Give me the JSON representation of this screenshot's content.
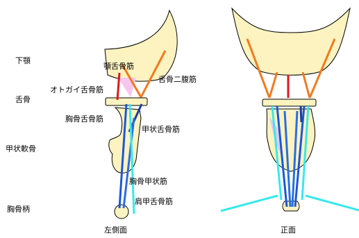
{
  "side_labels": {
    "mandible": "下顎",
    "hyoid": "舌骨",
    "thyroid_cartilage": "甲状軟骨",
    "manubrium": "胸骨柄"
  },
  "muscle_labels": {
    "hyoglossus": "顎舌骨筋",
    "geniohyoid": "オトガイ舌骨筋",
    "digastric": "舌骨二腹筋",
    "sternohyoid": "胸骨舌骨筋",
    "thyrohyoid": "甲状舌骨筋",
    "sternothyroid": "胸骨甲状筋",
    "omohyoid": "肩甲舌骨筋"
  },
  "captions": {
    "lateral": "左側面",
    "frontal": "正面"
  },
  "colors": {
    "bone": "#fcf3c0",
    "outline": "#000000",
    "digastric": "#f07a1e",
    "geniohyoid": "#e01818",
    "hyoglossus_fill": "#f6c6f0",
    "sternohyoid": "#1c56d8",
    "thyrohyoid": "#1a3aa0",
    "sternothyroid": "#2a6ee0",
    "omohyoid": "#38e8ec",
    "cartilage_shade": "#e6c8f0"
  }
}
